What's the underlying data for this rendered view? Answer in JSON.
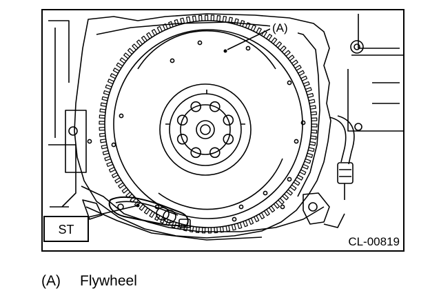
{
  "diagram": {
    "callout_label": "(A)",
    "tool_label": "ST",
    "figure_code": "CL-00819"
  },
  "caption": {
    "key": "(A)",
    "text": "Flywheel"
  },
  "colors": {
    "line": "#000000",
    "background": "#ffffff"
  }
}
